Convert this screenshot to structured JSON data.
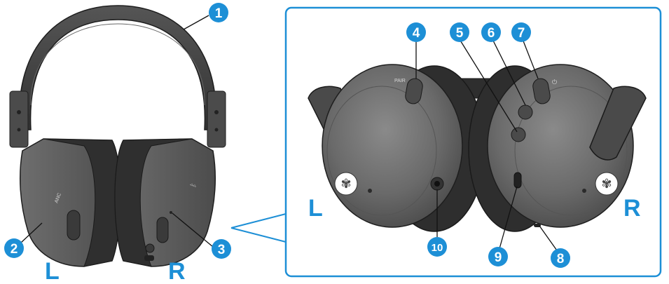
{
  "colors": {
    "accent": "#1d8fd6",
    "badge_fill": "#1d8fd6",
    "badge_text": "#ffffff",
    "side_label": "#1d8fd6",
    "body_dark": "#3b3b3b",
    "body_mid": "#5a5a5a",
    "body_light": "#7a7a7a",
    "cushion": "#2e2e2e"
  },
  "overview": {
    "left_label": "L",
    "right_label": "R",
    "anc_text": "ANC"
  },
  "detail": {
    "left_label": "L",
    "right_label": "R",
    "pair_text": "PAIR",
    "logo_left": "yamaha-logo-icon",
    "logo_right": "yamaha-logo-icon"
  },
  "callouts": [
    "1",
    "2",
    "3",
    "4",
    "5",
    "6",
    "7",
    "8",
    "9",
    "10"
  ]
}
